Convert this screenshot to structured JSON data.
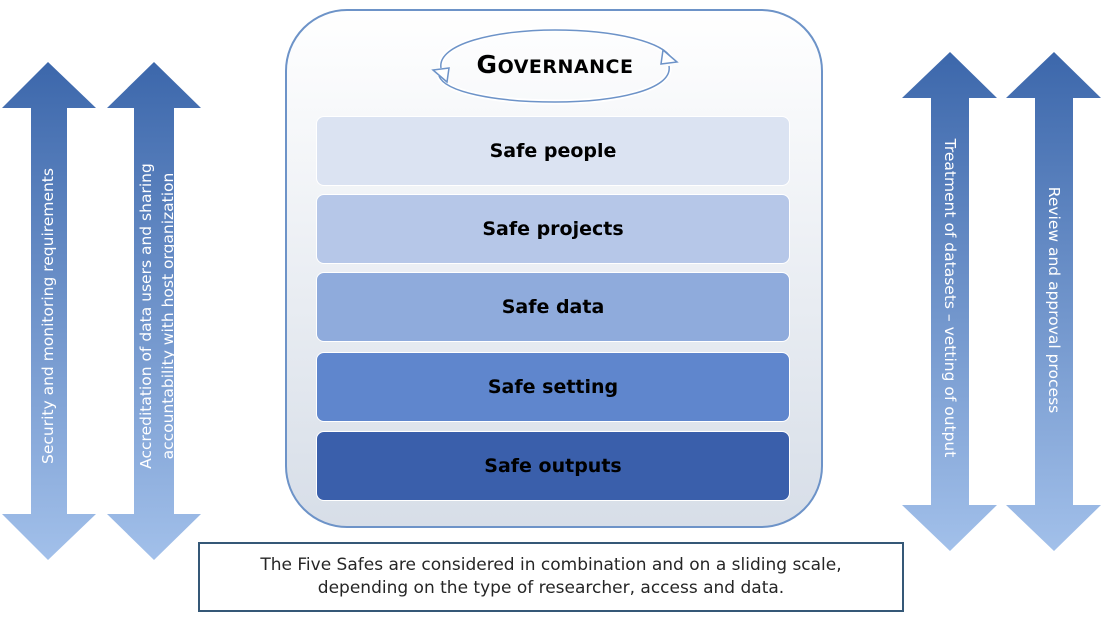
{
  "governance": {
    "title_first_letter": "G",
    "title_rest": "OVERNANCE"
  },
  "safes": [
    {
      "label": "Safe people",
      "color": "#dbe3f2"
    },
    {
      "label": "Safe projects",
      "color": "#b6c7e8"
    },
    {
      "label": "Safe data",
      "color": "#8fabdc"
    },
    {
      "label": "Safe setting",
      "color": "#5f86cd"
    },
    {
      "label": "Safe outputs",
      "color": "#3a5fab"
    }
  ],
  "left_arrows": [
    {
      "lines": [
        "Security and monitoring requirements"
      ]
    },
    {
      "lines": [
        "Accreditation of data users and sharing",
        "accountability with host organization"
      ]
    }
  ],
  "right_arrows": [
    {
      "lines": [
        "Treatment of datasets – vetting of output"
      ]
    },
    {
      "lines": [
        "Review and approval process"
      ]
    }
  ],
  "caption": {
    "line1": "The Five Safes are considered in combination and on a sliding scale,",
    "line2": "depending on the type of researcher, access and data."
  },
  "colors": {
    "arrow_dark": "#3c67ab",
    "arrow_light": "#9dbbe6",
    "panel_border": "#6d93c8",
    "caption_border": "#355877"
  }
}
